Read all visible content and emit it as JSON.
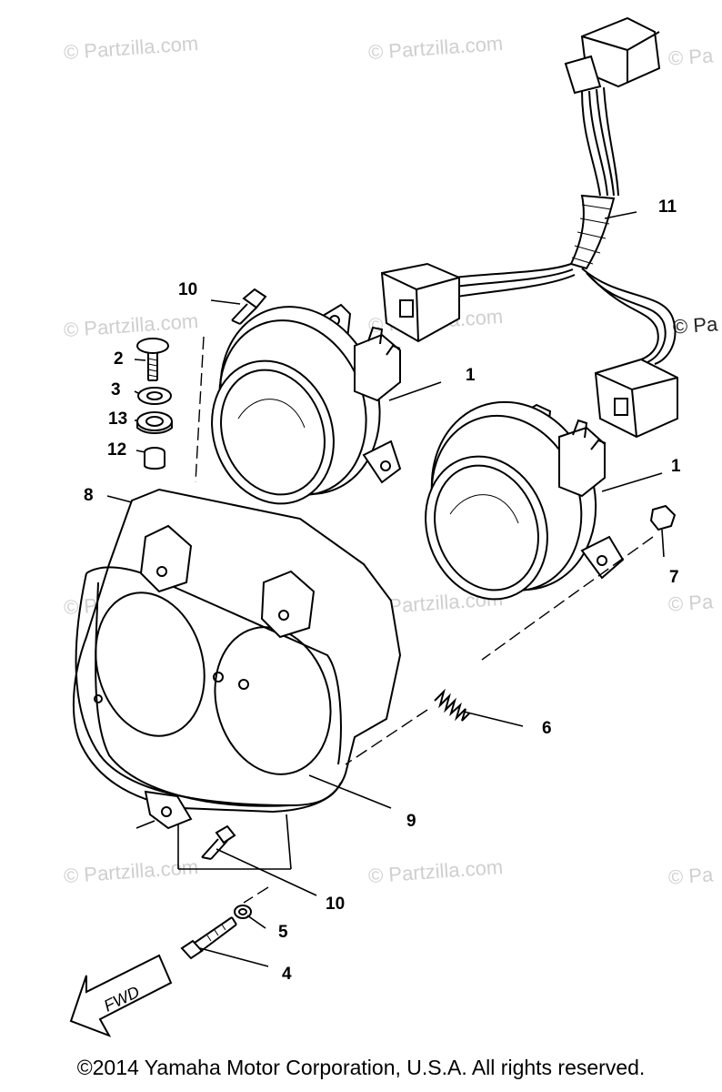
{
  "watermarks": [
    "© Partzilla.com",
    "© Partzilla.com",
    "© Pa",
    "© Partzilla.com",
    "© Partzilla.com",
    "© Pa",
    "© Partzilla.com",
    "© Partzilla.com",
    "© Pa",
    "© Partzilla.com",
    "© Partzilla.com",
    "© Pa"
  ],
  "callouts": {
    "c1a": "1",
    "c1b": "1",
    "c2": "2",
    "c3": "3",
    "c4": "4",
    "c5": "5",
    "c6": "6",
    "c7": "7",
    "c8": "8",
    "c9": "9",
    "c10a": "10",
    "c10b": "10",
    "c11": "11",
    "c12": "12",
    "c13": "13"
  },
  "fwd_label": "FWD",
  "copyright": "©2014 Yamaha Motor Corporation, U.S.A. All rights reserved."
}
